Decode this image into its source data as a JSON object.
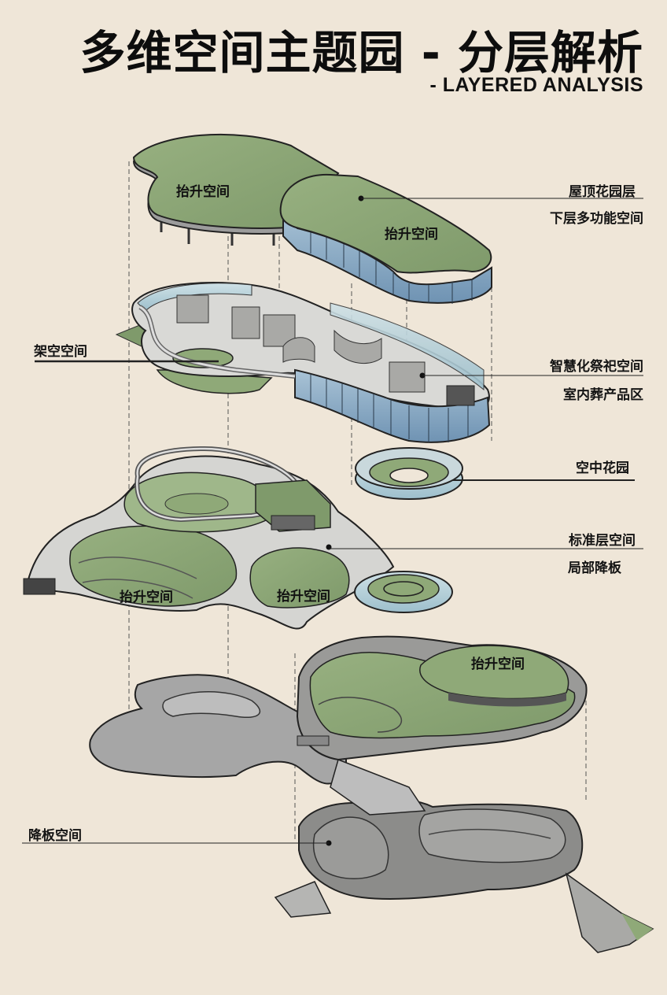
{
  "header": {
    "title": "多维空间主题园 - 分层解析",
    "subtitle": "- LAYERED ANALYSIS"
  },
  "layers": [
    {
      "id": "roof",
      "callouts": [
        "屋顶花园层",
        "下层多功能空间"
      ],
      "inner_labels": [
        "抬升空间",
        "抬升空间"
      ]
    },
    {
      "id": "interior",
      "callouts": [
        "架空空间",
        "智慧化祭祀空间",
        "室内葬产品区"
      ]
    },
    {
      "id": "sky-garden",
      "callouts": [
        "空中花园"
      ]
    },
    {
      "id": "standard",
      "callouts": [
        "标准层空间",
        "局部降板"
      ],
      "inner_labels": [
        "抬升空间",
        "抬升空间",
        "抬升空间"
      ]
    },
    {
      "id": "sunken",
      "callouts": [
        "降板空间"
      ]
    }
  ],
  "colors": {
    "background": "#efe6d8",
    "green": "#8fa978",
    "green_dark": "#6f8a5c",
    "glass": "#8fb0c9",
    "concrete": "#bdbdbd",
    "concrete_dark": "#8c8c8c",
    "ink": "#1a1a1a"
  }
}
